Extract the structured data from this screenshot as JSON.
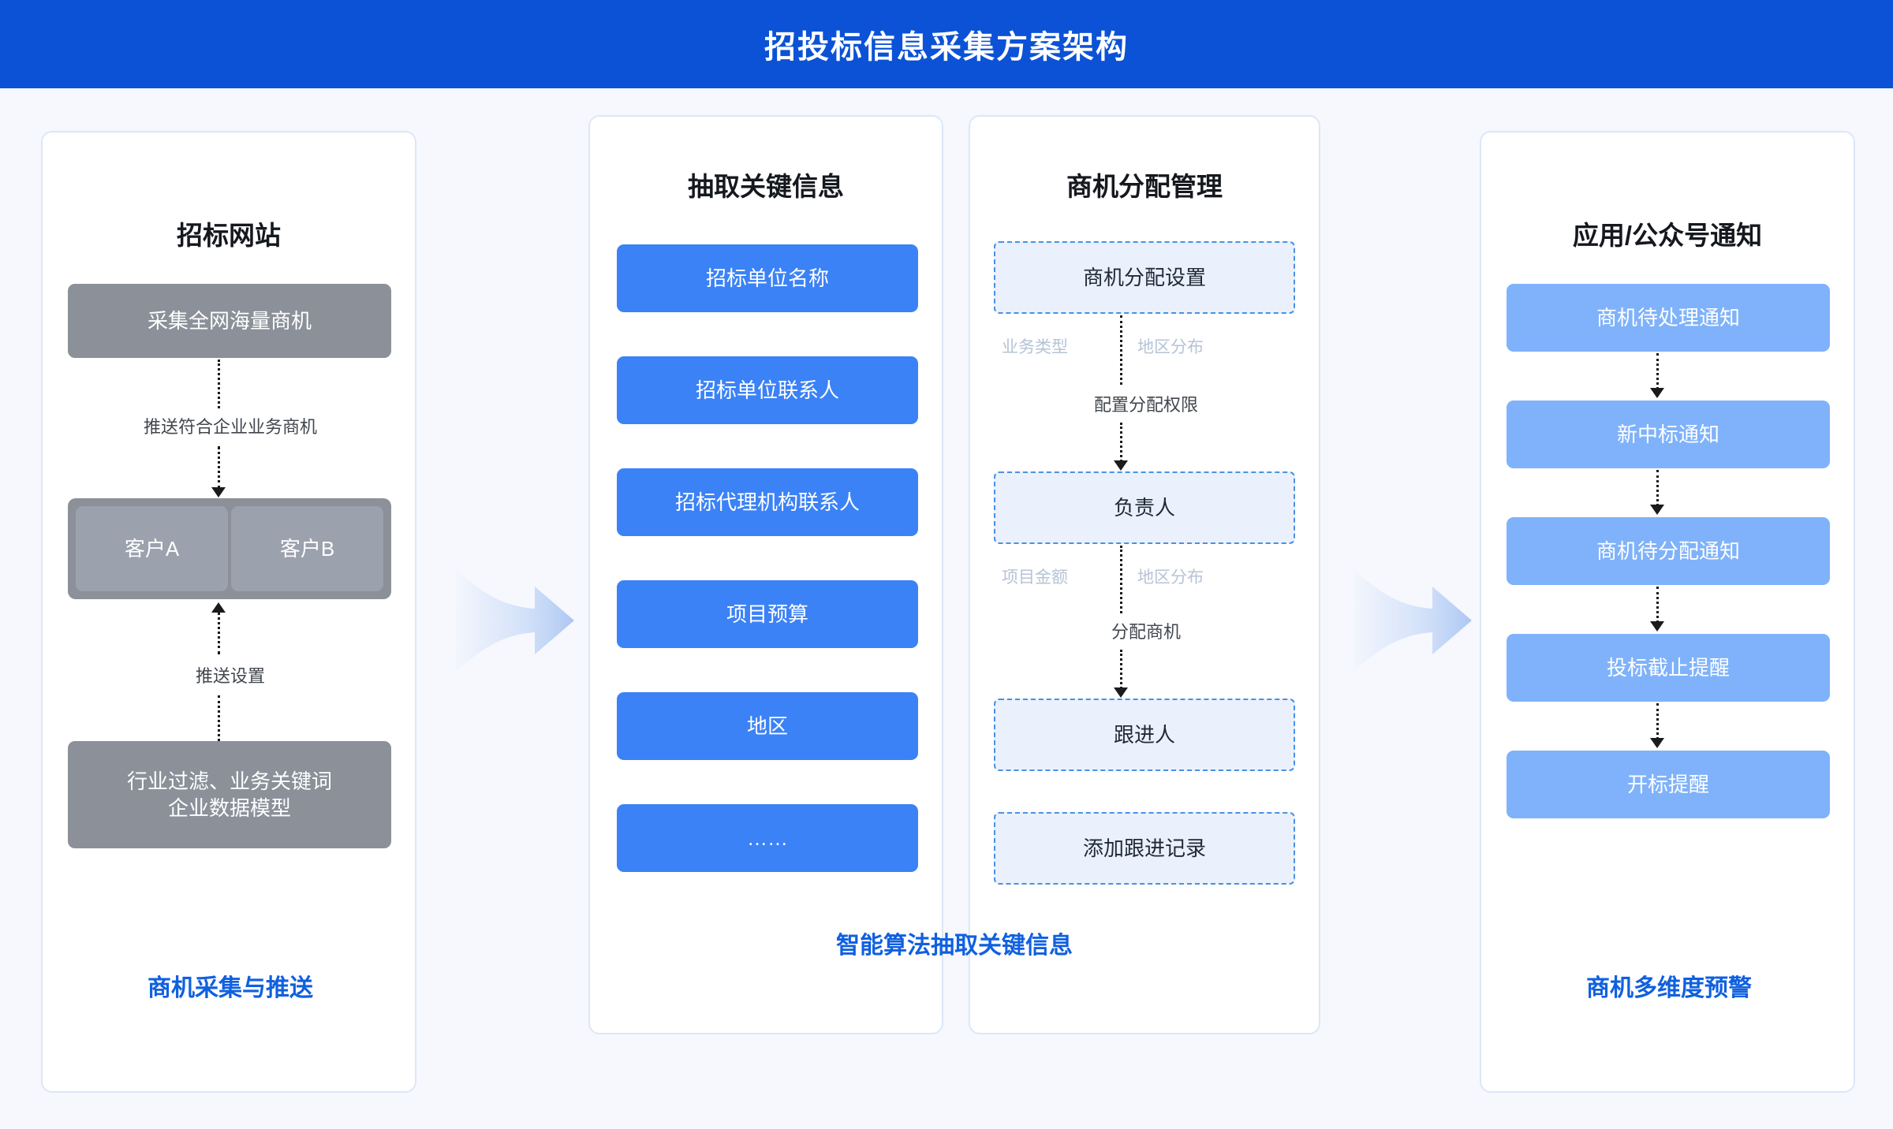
{
  "header": {
    "title": "招投标信息采集方案架构",
    "bg_color": "#0B52D6"
  },
  "colors": {
    "page_bg": "#F6F8FD",
    "panel_border": "#DCE7F8",
    "gray_box": "#8B9099",
    "gray_box_inner": "#9BA2AD",
    "blue_box": "#3B82F6",
    "light_blue_box": "#7FB2FA",
    "dashed_box_fill": "#EAF1FD",
    "dashed_box_border": "#4A90E2",
    "caption_blue": "#1060DF",
    "sublabel_gray": "#B6C3D6"
  },
  "panels": {
    "left": {
      "title": "招标网站",
      "collect_box": "采集全网海量商机",
      "connector_1": "推送符合企业业务商机",
      "customers": [
        "客户A",
        "客户B"
      ],
      "connector_2": "推送设置",
      "model_box_line1": "行业过滤、业务关键词",
      "model_box_line2": "企业数据模型"
    },
    "extract": {
      "title": "抽取关键信息",
      "items": [
        "招标单位名称",
        "招标单位联系人",
        "招标代理机构联系人",
        "项目预算",
        "地区",
        "……"
      ]
    },
    "assign": {
      "title": "商机分配管理",
      "step1": "商机分配设置",
      "step1_tags": [
        "业务类型",
        "地区分布"
      ],
      "step1_connector": "配置分配权限",
      "step2": "负责人",
      "step2_tags": [
        "项目金额",
        "地区分布"
      ],
      "step2_connector": "分配商机",
      "step3": "跟进人",
      "step4": "添加跟进记录"
    },
    "notify": {
      "title": "应用/公众号通知",
      "items": [
        "商机待处理通知",
        "新中标通知",
        "商机待分配通知",
        "投标截止提醒",
        "开标提醒"
      ]
    }
  },
  "captions": {
    "left": "商机采集与推送",
    "middle": "智能算法抽取关键信息",
    "right": "商机多维度预警"
  },
  "icons": {
    "arrow1": "right-chevron-arrow-icon",
    "arrow2": "right-chevron-arrow-icon"
  }
}
